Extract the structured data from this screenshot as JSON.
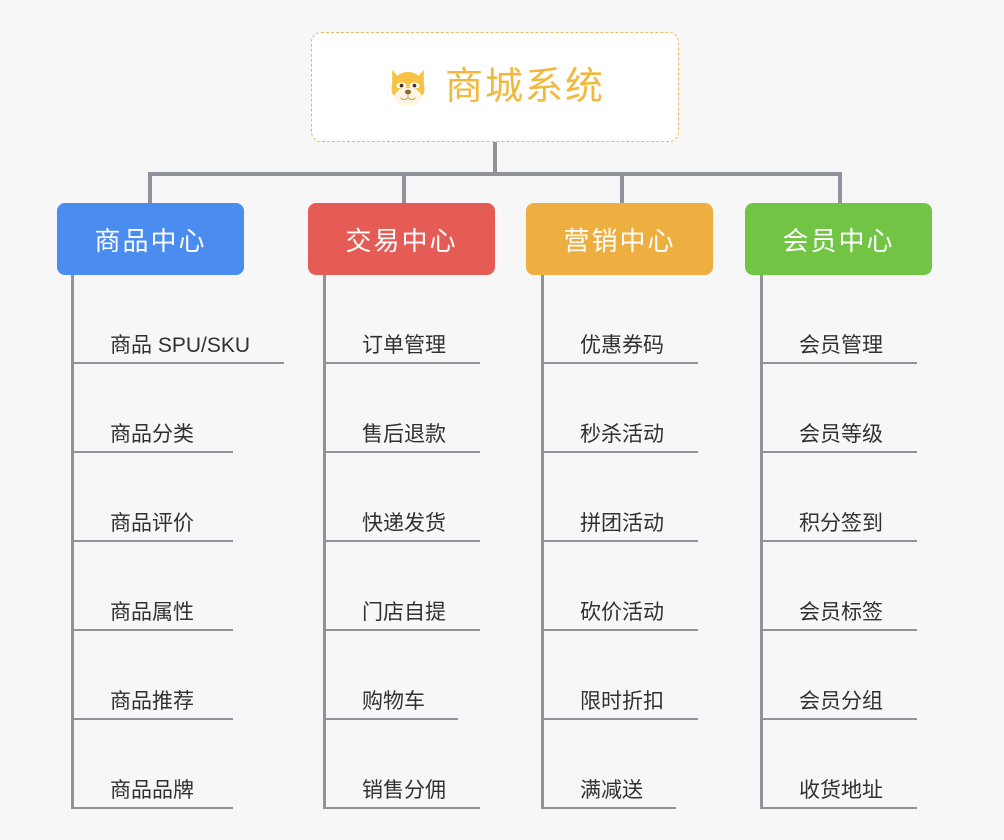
{
  "diagram": {
    "type": "org-chart",
    "background_color": "#f7f7f7",
    "connector_color": "#909399",
    "root": {
      "title": "商城系统",
      "icon": "dog-face-icon",
      "text_color": "#f0b93e",
      "border_color": "#e8b962",
      "background_color": "#ffffff"
    },
    "branches": [
      {
        "label": "商品中心",
        "color": "#4a8cf0",
        "items": [
          "商品 SPU/SKU",
          "商品分类",
          "商品评价",
          "商品属性",
          "商品推荐",
          "商品品牌"
        ]
      },
      {
        "label": "交易中心",
        "color": "#e55b55",
        "items": [
          "订单管理",
          "售后退款",
          "快递发货",
          "门店自提",
          "购物车",
          "销售分佣"
        ]
      },
      {
        "label": "营销中心",
        "color": "#edaf40",
        "items": [
          "优惠券码",
          "秒杀活动",
          "拼团活动",
          "砍价活动",
          "限时折扣",
          "满减送"
        ]
      },
      {
        "label": "会员中心",
        "color": "#71c444",
        "items": [
          "会员管理",
          "会员等级",
          "积分签到",
          "会员标签",
          "会员分组",
          "收货地址"
        ]
      }
    ]
  }
}
